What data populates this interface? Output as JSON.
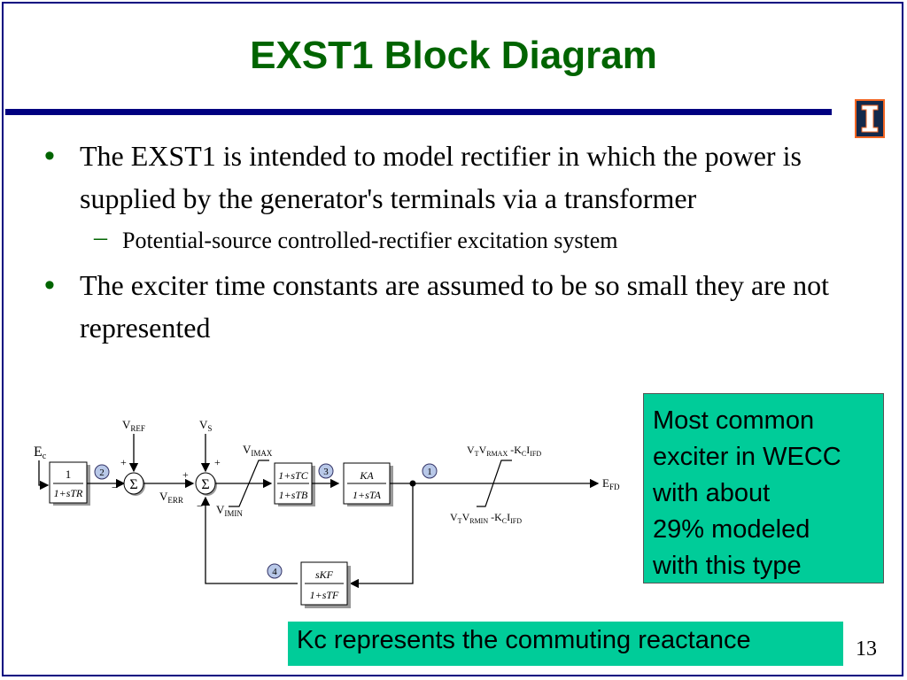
{
  "slide": {
    "title": "EXST1 Block Diagram",
    "page_number": "13",
    "logo": "university-block-i-logo"
  },
  "bullets": [
    {
      "text": "The EXST1 is intended to model rectifier in which the power is supplied by the generator's terminals via a transformer",
      "sub": [
        "Potential-source controlled-rectifier excitation system"
      ]
    },
    {
      "text": "The exciter time constants are assumed to be so small they are not represented",
      "sub": []
    }
  ],
  "note_box": "Most common\nexciter in WECC\nwith about\n29% modeled\nwith this type",
  "kc_box": "Kc represents the commuting reactance",
  "colors": {
    "title": "#006400",
    "rule": "#000080",
    "callout": "#00cc99",
    "badge": "#b8c8e8"
  },
  "diagram": {
    "labels": {
      "ec": "Ec",
      "vref": "VREF",
      "vs": "VS",
      "verr": "VERR",
      "vimax": "VIMAX",
      "vimin": "VIMIN",
      "vrmax": "VTVRMAX -KCIFD",
      "vrmin": "VTVRMIN -KCIFD",
      "efd": "EFD"
    },
    "badges": [
      "1",
      "2",
      "3",
      "4"
    ],
    "blocks": {
      "tr": {
        "num": "1",
        "den": "1+sTR"
      },
      "lead_lag": {
        "num": "1+sTC",
        "den": "1+sTB"
      },
      "ka": {
        "num": "KA",
        "den": "1+sTA"
      },
      "kf": {
        "num": "sKF",
        "den": "1+sTF"
      }
    },
    "signs": {
      "plus": "+",
      "minus": "−"
    },
    "sum_symbol": "Σ"
  }
}
